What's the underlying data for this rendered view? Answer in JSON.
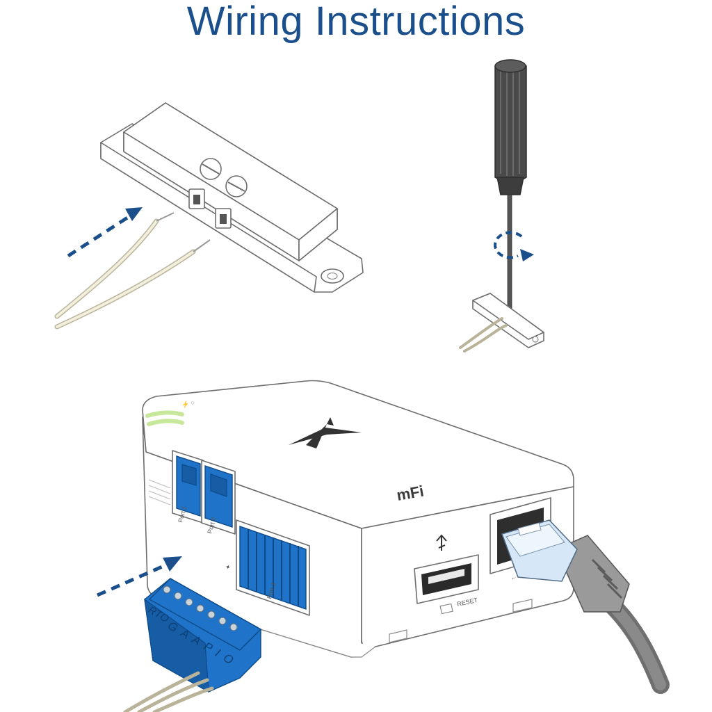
{
  "title": "Wiring Instructions",
  "labels": {
    "port1": "Port 1",
    "port2": "Port 2",
    "port3": "Port 3",
    "reset": "RESET",
    "brand": "mFi",
    "terminal_rto": "RTO",
    "terminal_pins": "G A A P I O"
  },
  "colors": {
    "title": "#1a4f8c",
    "arrow": "#1a4f8c",
    "connector_blue": "#1f73c8",
    "led_green": "#c7e89a"
  },
  "icons": [
    "dashed-arrow-icon",
    "rotation-arrow-icon",
    "usb-icon",
    "ubiquiti-logo-icon"
  ]
}
